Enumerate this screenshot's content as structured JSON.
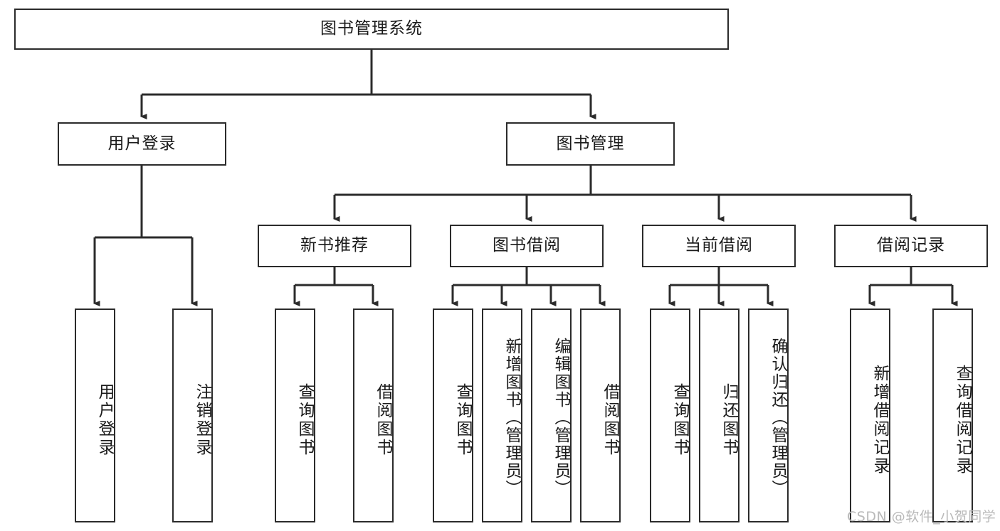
{
  "diagram": {
    "title": "图书管理系统",
    "watermark": "CSDN @软件_小贺同学",
    "levels": {
      "root": {
        "label": "图书管理系统"
      },
      "level2": [
        {
          "id": "user-login",
          "label": "用户登录"
        },
        {
          "id": "book-management",
          "label": "图书管理"
        }
      ],
      "level3": [
        {
          "id": "new-book-recommend",
          "label": "新书推荐"
        },
        {
          "id": "book-borrow",
          "label": "图书借阅"
        },
        {
          "id": "current-borrow",
          "label": "当前借阅"
        },
        {
          "id": "borrow-record",
          "label": "借阅记录"
        }
      ],
      "leaves": {
        "user_login": [
          {
            "id": "leaf-user-login",
            "label": "用户登录"
          },
          {
            "id": "leaf-logout-login",
            "label": "注销登录"
          }
        ],
        "new_book_recommend": [
          {
            "id": "leaf-query-book-1",
            "label": "查询图书"
          },
          {
            "id": "leaf-borrow-book-1",
            "label": "借阅图书"
          }
        ],
        "book_borrow": [
          {
            "id": "leaf-query-book-2",
            "label": "查询图书"
          },
          {
            "id": "leaf-add-book",
            "label": "新增图书（管理员）"
          },
          {
            "id": "leaf-edit-book",
            "label": "编辑图书（管理员）"
          },
          {
            "id": "leaf-borrow-book-2",
            "label": "借阅图书"
          }
        ],
        "current_borrow": [
          {
            "id": "leaf-query-book-3",
            "label": "查询图书"
          },
          {
            "id": "leaf-return-book",
            "label": "归还图书"
          },
          {
            "id": "leaf-confirm-return",
            "label": "确认归还（管理员）"
          }
        ],
        "borrow_record": [
          {
            "id": "leaf-add-borrow-record",
            "label": "新增借阅记录"
          },
          {
            "id": "leaf-query-borrow-record",
            "label": "查询借阅记录"
          }
        ]
      }
    },
    "colors": {
      "stroke": "#2b2b2b",
      "fill": "#ffffff",
      "text": "#1a1a1a",
      "watermark": "#b9b9b9"
    }
  }
}
